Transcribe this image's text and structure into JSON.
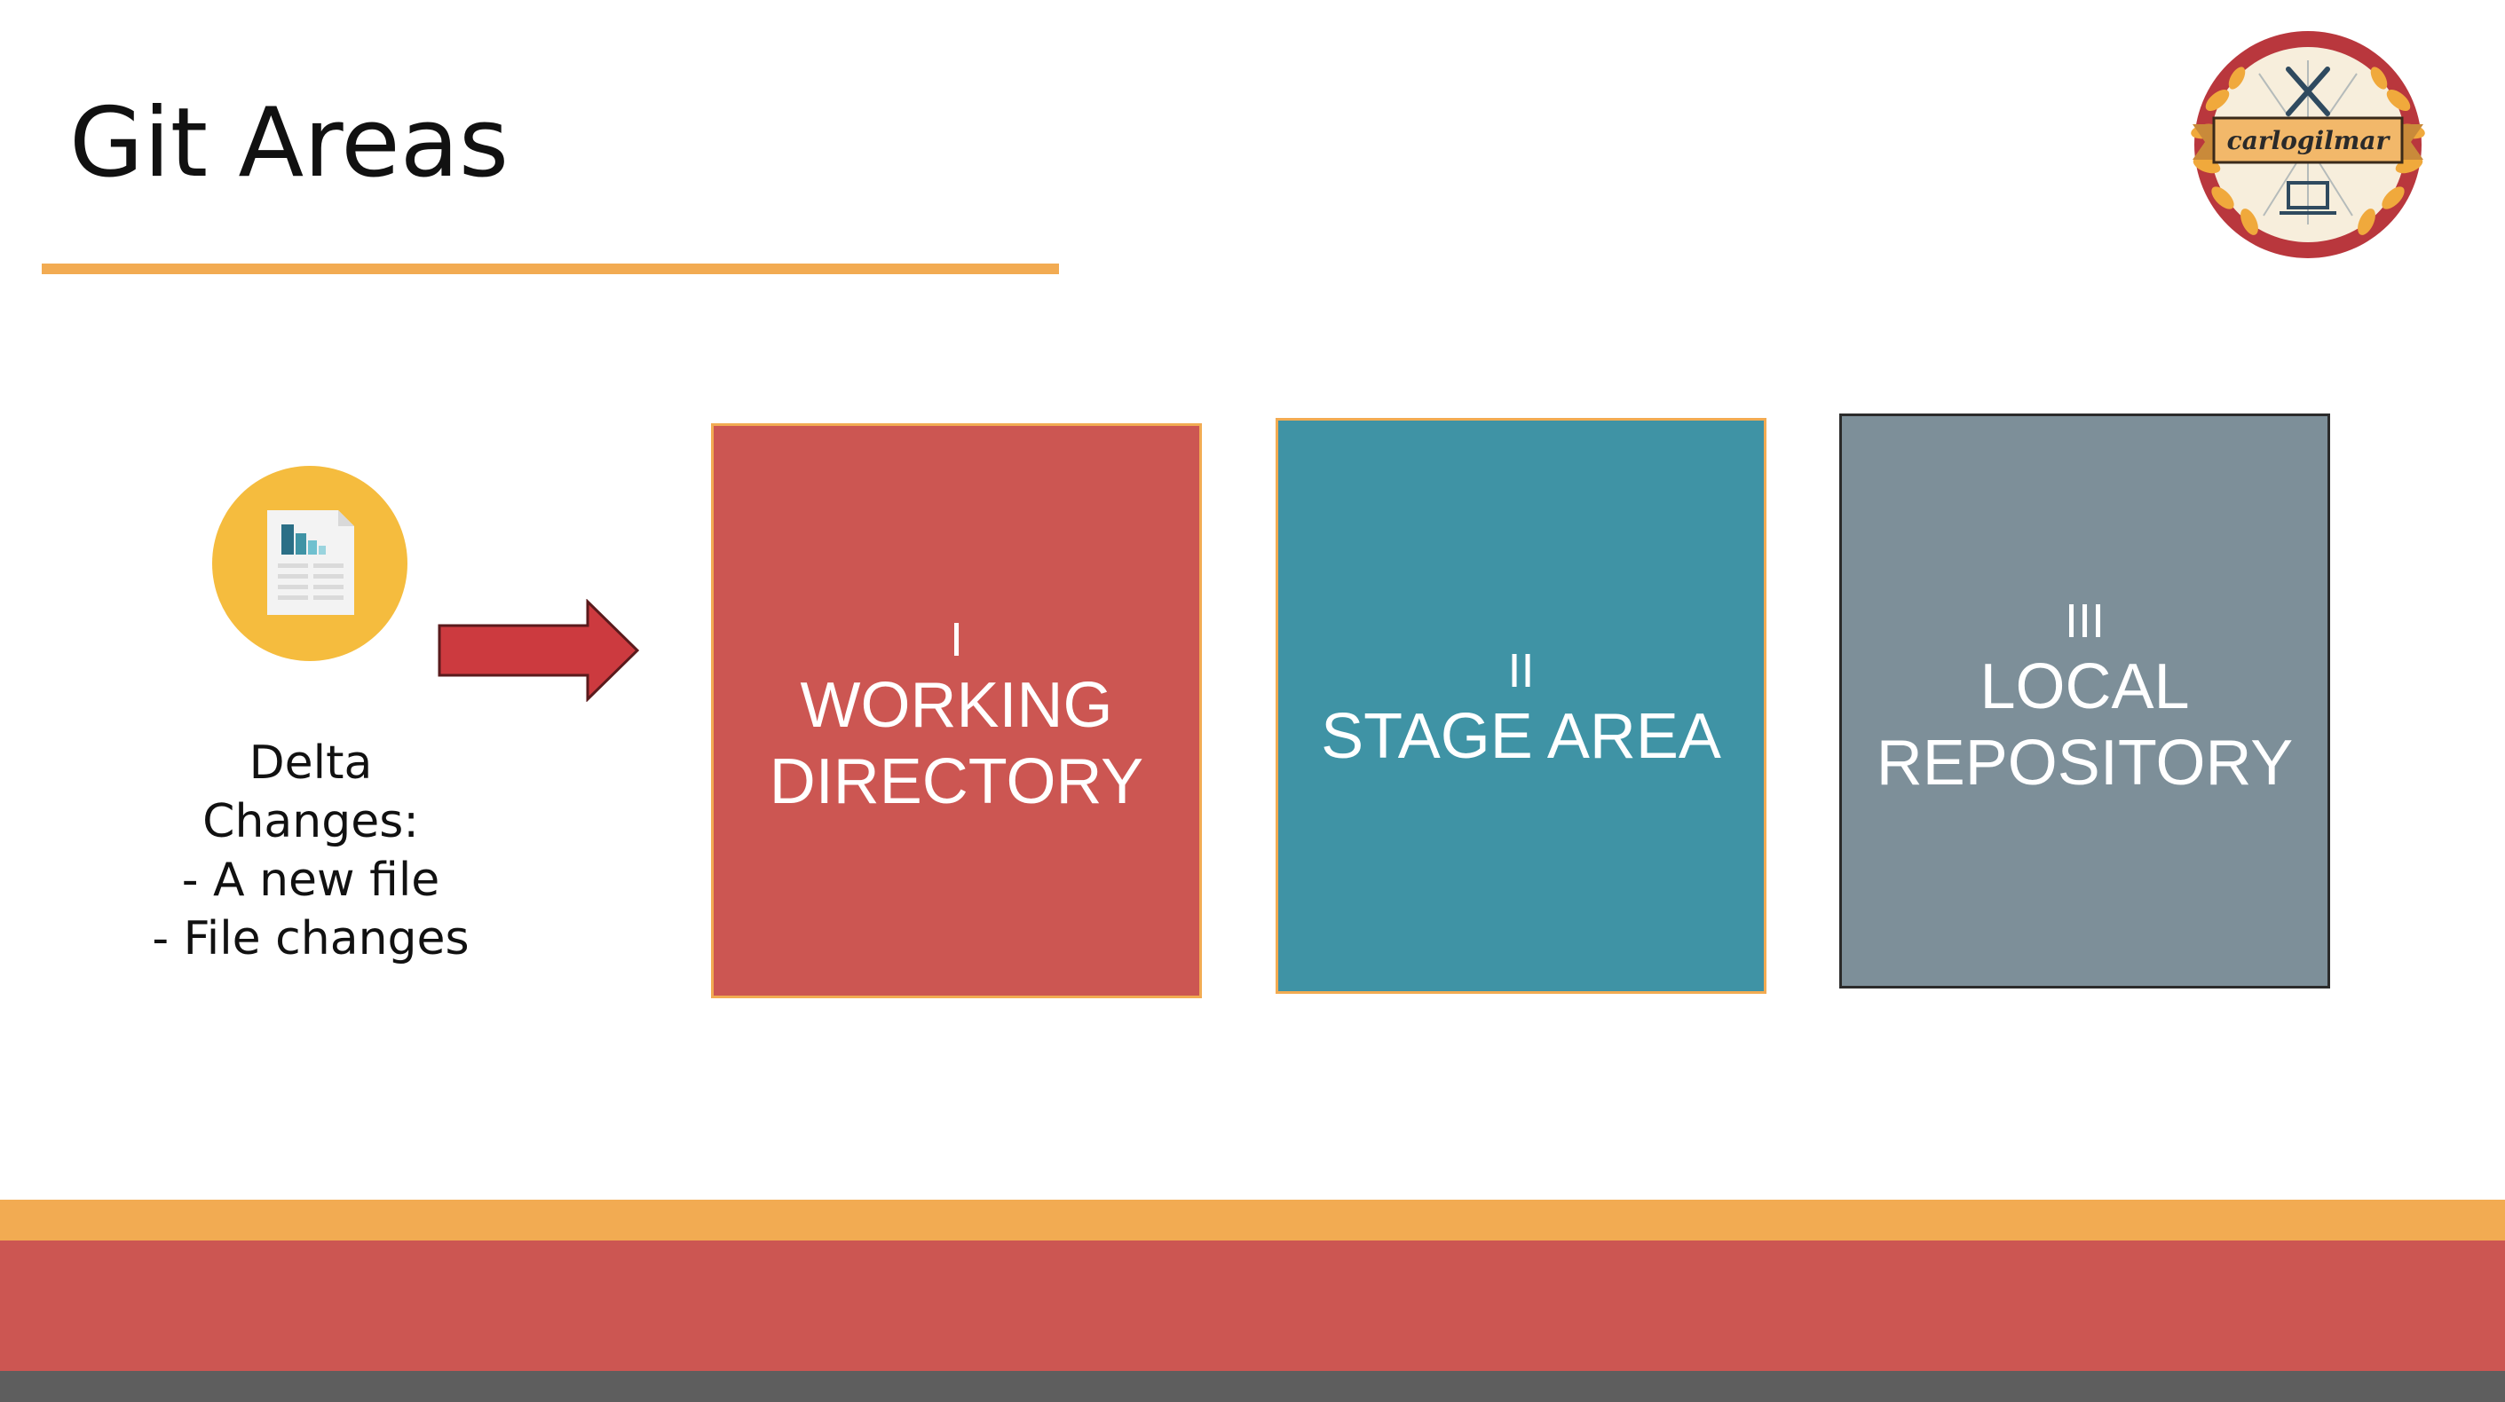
{
  "slide": {
    "title": "Git Areas"
  },
  "logo": {
    "text": "carlogilmar",
    "icon": "badge-logo"
  },
  "delta": {
    "icon": "document-icon",
    "lines": [
      "Delta",
      "Changes:",
      "- A new file",
      "- File changes"
    ]
  },
  "arrow": {
    "icon": "right-arrow-icon"
  },
  "areas": [
    {
      "number": "I",
      "name_lines": [
        "WORKING",
        "DIRECTORY"
      ]
    },
    {
      "number": "II",
      "name_lines": [
        "STAGE AREA"
      ]
    },
    {
      "number": "III",
      "name_lines": [
        "LOCAL",
        "REPOSITORY"
      ]
    }
  ],
  "colors": {
    "accent_orange": "#f2ab52",
    "accent_red": "#cc5652",
    "teal": "#3f93a5",
    "slate": "#7d8f99",
    "footer_gray": "#5e5e5e",
    "arrow_red": "#cc3a3f",
    "icon_circle": "#f5bc3e"
  }
}
